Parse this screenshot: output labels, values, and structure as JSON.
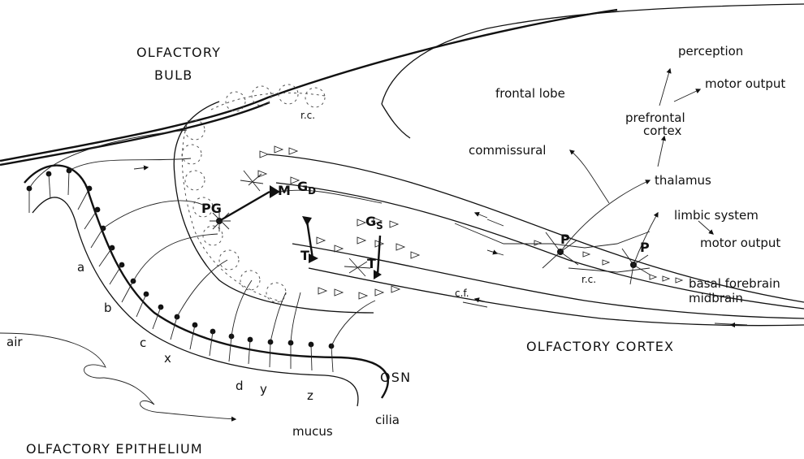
{
  "labels": {
    "olfactory_bulb_line1": "OLFACTORY",
    "olfactory_bulb_line2": "BULB",
    "frontal_lobe": "frontal lobe",
    "perception": "perception",
    "motor_output_top": "motor output",
    "prefrontal_line1": "prefrontal",
    "prefrontal_line2": "cortex",
    "commissural": "commissural",
    "thalamus": "thalamus",
    "limbic_system": "limbic system",
    "motor_output_bottom": "motor output",
    "basal_forebrain": "basal forebrain",
    "midbrain": "midbrain",
    "olfactory_cortex": "OLFACTORY CORTEX",
    "olfactory_epithelium": "OLFACTORY EPITHELIUM",
    "air": "air",
    "mucus": "mucus",
    "cilia": "cilia",
    "osn": "OSN",
    "rc_bulb": "r.c.",
    "rc_cortex": "r.c.",
    "cf": "c.f.",
    "pg": "PG",
    "m": "M",
    "gd_main": "G",
    "gd_sub": "D",
    "gs_main": "G",
    "gs_sub": "S",
    "t1": "T",
    "t2": "T",
    "p1": "P",
    "p2": "P",
    "zone_a": "a",
    "zone_b": "b",
    "zone_c": "c",
    "zone_x": "x",
    "zone_d": "d",
    "zone_y": "y",
    "zone_z": "z"
  }
}
